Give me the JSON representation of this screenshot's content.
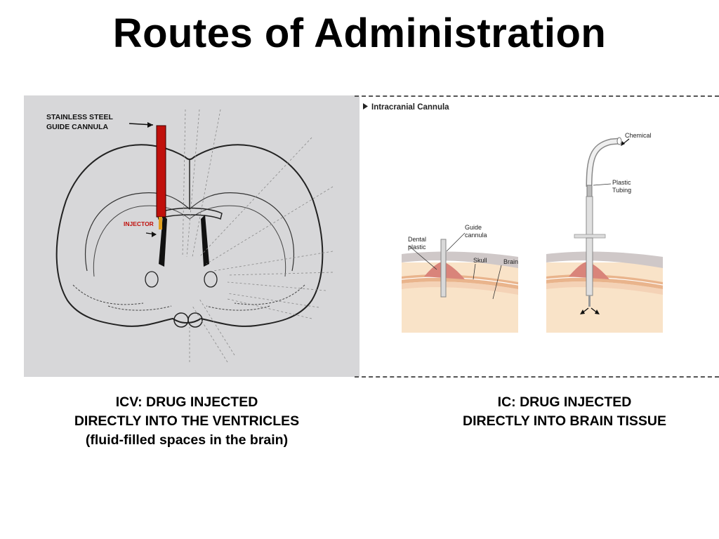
{
  "title": "Routes of Administration",
  "left_figure": {
    "guide_label_line1": "STAINLESS STEEL",
    "guide_label_line2": "GUIDE CANNULA",
    "injector_label": "INJECTOR",
    "cannula_color": "#c0100c",
    "injector_color": "#e0a020",
    "background_color": "#d7d7d9"
  },
  "right_figure": {
    "heading": "Intracranial Cannula",
    "labels": {
      "dental_plastic_1": "Dental",
      "dental_plastic_2": "plastic",
      "guide_cannula_1": "Guide",
      "guide_cannula_2": "cannula",
      "skull": "Skull",
      "brain": "Brain",
      "chemical": "Chemical",
      "plastic_tubing_1": "Plastic",
      "plastic_tubing_2": "Tubing"
    },
    "colors": {
      "brain": "#f9e3c8",
      "skull": "#e9b48c",
      "dental_plastic": "#d9847a",
      "tissue_top": "#cfc8c8"
    }
  },
  "captions": {
    "left": [
      "ICV: DRUG INJECTED",
      "DIRECTLY INTO THE VENTRICLES",
      "(fluid-filled spaces in the brain)"
    ],
    "right": [
      "IC: DRUG INJECTED",
      "DIRECTLY INTO BRAIN TISSUE"
    ]
  }
}
